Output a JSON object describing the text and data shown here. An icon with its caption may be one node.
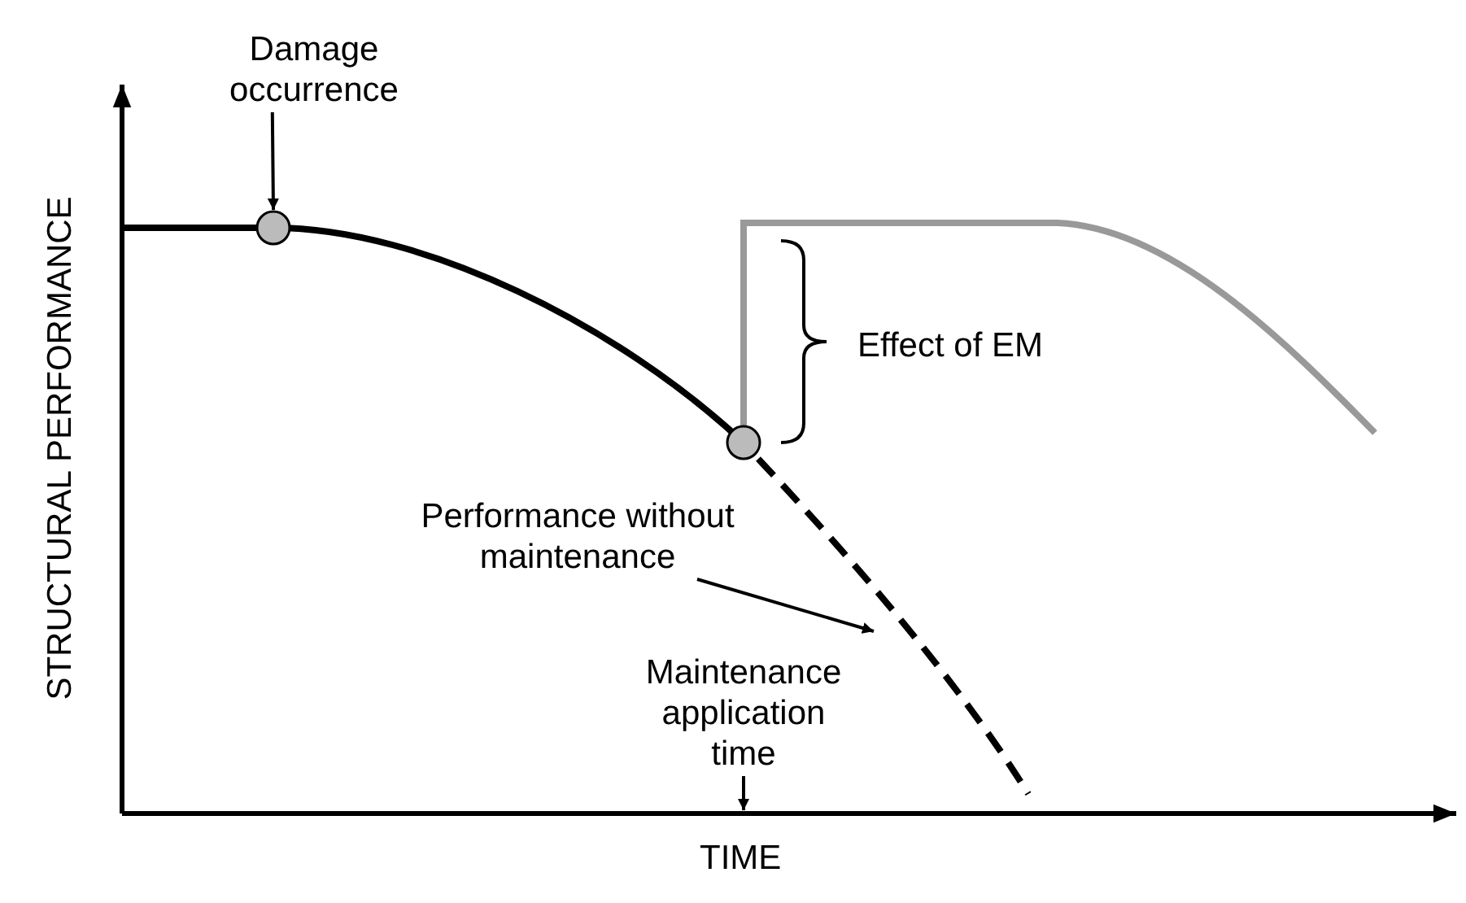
{
  "diagram": {
    "nodes": [
      {
        "text": [
          "Damage occurrence"
        ]
      },
      {
        "text": [],
        "shape": "circle"
      },
      {
        "text": [],
        "shape": "circle"
      },
      {
        "text": [
          "Performance without maintenance"
        ]
      },
      {
        "text": [
          "Maintenance application time"
        ]
      },
      {
        "text": [],
        "shape": "line"
      }
    ],
    "edges": [
      {
        "from": 0,
        "to": 1,
        "arrow": "to"
      },
      {
        "from": 3,
        "to": 5,
        "arrow": "to"
      },
      {
        "from": 4,
        "to": null,
        "arrow": "to"
      }
    ],
    "labels": [
      "Effect of EM",
      "STRUCTURAL PERFORMANCE",
      "TIME"
    ]
  }
}
